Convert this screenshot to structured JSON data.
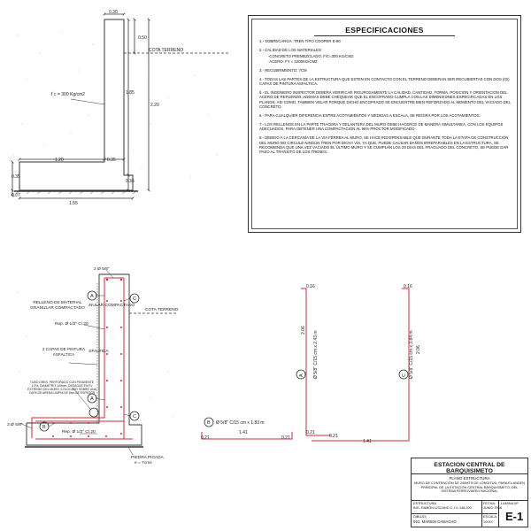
{
  "wall_elevation": {
    "dims": {
      "top_width": "0.30",
      "top_zone": "0.50",
      "stem_height": "1.85",
      "total_height": "2.20",
      "heel": "1.20",
      "toe": "0.35",
      "footing_thk": "0.35",
      "footing_right": "0.35",
      "base_small": "0.07",
      "base_total": "1.55"
    },
    "cota_terreno": "COTA TERRENO",
    "concrete": "f´c = 300 Kg/cm2"
  },
  "specs": {
    "title": "ESPECIFICACIONES",
    "items": [
      "1.- SOBRECARGA: TREN TIPO COOPER E-80",
      "2.- CALIDAD DE LOS MATERIALES:",
      "-CONCRETO PREMEZCLADO: F/c=300 Kg/cm2",
      "-ACERO: Fy = 4200Kg/cm2",
      "3.- RECUBRIMIENTO: 7cm",
      "4.- TODAS LAS PARTES DE LA ESTRUCTURA QUE ESTEN EN CONTACTO CON EL TERRENO DEBERAN SER RECUBIERTAS CON DOS (02) CAPAS DE PINTURA ASFALTICA.",
      "5.- EL INGENIERO INSPECTOR DEBERA VERIFICAR RIGUROSAMENTE LA CALIDAD, CANTIDAD, FORMA, POSICION Y ORIENTACION DEL ACERO DE REFUERZO. ADEMAS DEBE CHEQUEAR QUE EL ENCOFRADO CUMPLA CON LAS DIMENSIONES ESPECIFICADAS EN LOS PLANOS, ASI COMO, TAMBIEN VELAR PORQUE DICHO ENCOFRADO SE ENCUENTRE BIEN REFORZADO AL MOMENTO DEL VACIADO DEL CONCRETO.",
      "6.- PARA CUALQUIER DIFERENCIA ENTRE ACOTAMIENTOS Y MEDIDAS A ESCALA, SE REGIRA POR LOS ACOTAMIENTOS.",
      "7.- LOS RELLENOS EN LA PARTE TRACERA Y DELANTERA DEL MURO DEBE HACERCE DE MANERA SIMULTANEA, CON LOS EQUIPOS ADECUADOS, PARA OBTENER UNA COMPACTACION AL 95% PROCTOR MODIFICADO.",
      "8.- DEBIDO A LA CERCANÍA DE LA VÍA FÉRREA AL MURO, SE HACE INDISPENSABLE QUE DURANTE TODA LA ETAPA DE CONSTRUCCIÓN DEL MURO NO CIRCULE NINGÚN TREN POR DICHA VÍA, YA QUE, PUEDE CAUSAR DAÑOS IRREPARABLES EN LA ESTRUCTURA, SE RECOMIENDA QUE UNA VEZ VACIADO EL ÚLTIMO MURO Y SE CUMPLAN LOS 28 DÍAS DEL FRAGUADO DEL CONCRETO, SE PUEDE DAR PASO AL TRANSITO DE LOS TRENES."
    ]
  },
  "rebar_section": {
    "top_bars": "2 Ø 5/8\"",
    "fill_label": "RELLENO DE MATERIAL GRANULAR COMPACTADO",
    "cota_terreno": "COTA TERRENO",
    "rep_top": "Rep. Ø 1/2\" C/.20",
    "paint_label": "2 CAPAS DE PINTURA ASFALTICA",
    "drain_label": "TUBO DREN, PERFORADO CON PENDIENTE 1.0%, DIAMETRO 100mm, DESAGUE EN EL EXTREMO DEL MURO, COLOCADO SOBRE UNA CAPA DE ARENA LIMPIA DE 5cm DE ESPESOR",
    "bottom_bars": "3 Ø 5/8\"",
    "rep_bottom": "Rep. Ø 1/2\" C/.20",
    "stone_label": "PIEDRA PICADA",
    "stone_thk": "e = 7cms",
    "markers": [
      "A",
      "B",
      "C"
    ]
  },
  "bar_details": {
    "b_label": "Ø 5/8\" C/15 cm x 1.83 m",
    "b_marker": "B",
    "b_len": "1.41",
    "b_hook_l": "0.21",
    "b_hook_r": "0.21",
    "a_label": "Ø 5/8\" C/15 cm x 2.43 m",
    "a_marker": "A",
    "a_top": "0.16",
    "a_height": "2.06",
    "a_bottom": "0.21",
    "c_label": "Ø 5/8\" C/15 cm x 3.84 m",
    "c_marker": "C",
    "c_top": "0.16",
    "c_height": "2.06",
    "c_bottom": "0.21",
    "c_len": "1.41"
  },
  "title_block": {
    "title": "ESTACION CENTRAL DE BARQUISIMETO",
    "plan": "PLANO ESTRUCTURA",
    "desc": "MURO DE CONTENCIÓN DE 240MTS DE LONGITUD, PARA EL ANDÉN PRINCIPAL DE LA ESTACIÓN CENTRAL BARQUISIMETO, DEL SISTEMA FERROVIARIO NACIONAL",
    "lamina_label": "LAMINA Nº:",
    "lamina": "E-1",
    "estructura_label": "ESTRUCTURA",
    "engineer": "ING. RAMÓN LISCANO  C.I.V.:146.200",
    "fecha_label": "FECHA:",
    "fecha": "JUNIO 2008",
    "dib_label": "DIBUJO:",
    "drafter": "ING. MARIEN CAMACHO",
    "escala_label": "ESCALA:",
    "escala": "1/XXX"
  }
}
